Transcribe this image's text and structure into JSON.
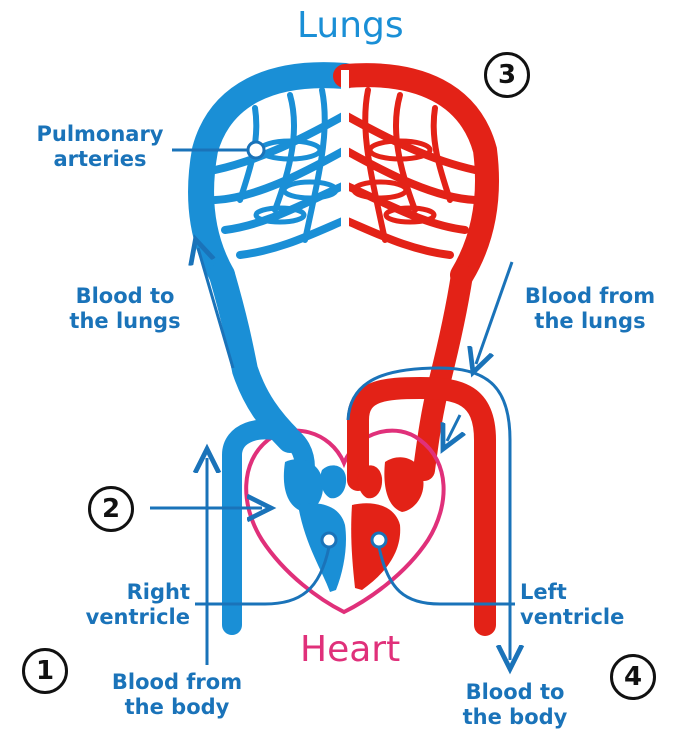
{
  "titles": {
    "lungs": "Lungs",
    "heart": "Heart"
  },
  "labels": {
    "pulmonary_arteries": [
      "Pulmonary",
      "arteries"
    ],
    "blood_to_lungs": [
      "Blood to",
      "the lungs"
    ],
    "blood_from_lungs": [
      "Blood from",
      "the lungs"
    ],
    "right_ventricle": [
      "Right",
      "ventricle"
    ],
    "left_ventricle": [
      "Left",
      "ventricle"
    ],
    "blood_from_body": [
      "Blood from",
      "the body"
    ],
    "blood_to_body": [
      "Blood to",
      "the body"
    ]
  },
  "markers": {
    "one": "1",
    "two": "2",
    "three": "3",
    "four": "4"
  },
  "colors": {
    "deoxygenated": "#1a8fd6",
    "oxygenated": "#e32217",
    "label": "#1a73b9",
    "heart": "#e0307a",
    "lungs_title": "#1a8fd6"
  }
}
